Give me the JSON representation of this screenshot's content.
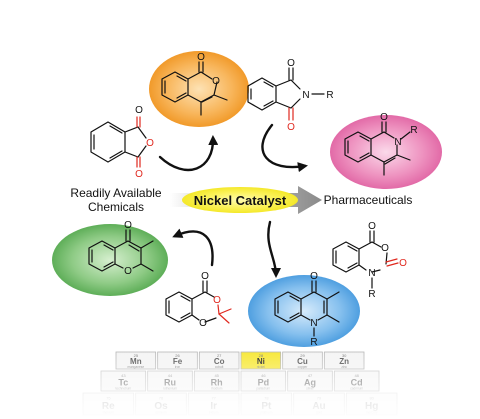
{
  "center_label": "Nickel Catalyst",
  "left_label_line1": "Readily Available",
  "left_label_line2": "Chemicals",
  "right_label": "Pharmaceuticals",
  "atoms": {
    "O": "O",
    "N": "N",
    "R": "R"
  },
  "periodic_row1": [
    {
      "num": "25",
      "symbol": "Mn",
      "name": "manganese"
    },
    {
      "num": "26",
      "symbol": "Fe",
      "name": "iron"
    },
    {
      "num": "27",
      "symbol": "Co",
      "name": "cobalt"
    },
    {
      "num": "28",
      "symbol": "Ni",
      "name": "nickel"
    },
    {
      "num": "29",
      "symbol": "Cu",
      "name": "copper"
    },
    {
      "num": "30",
      "symbol": "Zn",
      "name": "zinc"
    }
  ],
  "periodic_row2": [
    {
      "num": "43",
      "symbol": "Tc",
      "name": "technetium"
    },
    {
      "num": "44",
      "symbol": "Ru",
      "name": "ruthenium"
    },
    {
      "num": "45",
      "symbol": "Rh",
      "name": "rhodium"
    },
    {
      "num": "46",
      "symbol": "Pd",
      "name": "palladium"
    },
    {
      "num": "47",
      "symbol": "Ag",
      "name": "silver"
    },
    {
      "num": "48",
      "symbol": "Cd",
      "name": "cadmium"
    }
  ],
  "periodic_row3": [
    {
      "num": "75",
      "symbol": "Re",
      "name": "rhenium"
    },
    {
      "num": "76",
      "symbol": "Os",
      "name": "osmium"
    },
    {
      "num": "77",
      "symbol": "Ir",
      "name": "iridium"
    },
    {
      "num": "78",
      "symbol": "Pt",
      "name": "platinum"
    },
    {
      "num": "79",
      "symbol": "Au",
      "name": "gold"
    },
    {
      "num": "80",
      "symbol": "Hg",
      "name": "mercury"
    }
  ],
  "colors": {
    "orange": "#f5a33a",
    "pink": "#e872a8",
    "green": "#5fae5a",
    "blue": "#4f9fe0",
    "yellow": "#f7f04a",
    "red": "#e0281e",
    "highlight": "#f7e83a"
  }
}
